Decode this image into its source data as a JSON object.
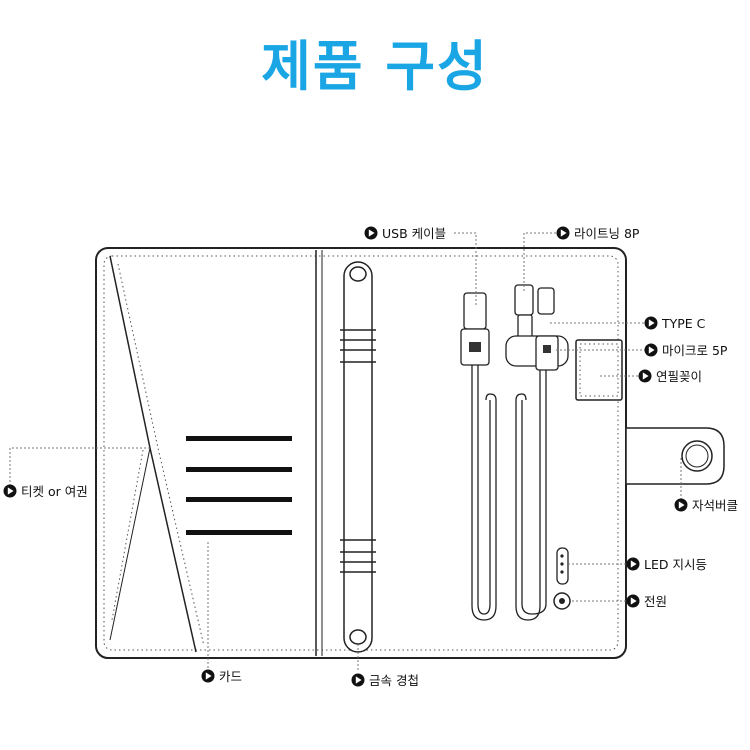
{
  "title": "제품 구성",
  "labels": {
    "usb": "USB 케이블",
    "lightning": "라이트닝 8P",
    "typec": "TYPE C",
    "micro": "마이크로 5P",
    "pen": "연필꽂이",
    "magnet": "자석버클",
    "led": "LED 지시등",
    "power": "전원",
    "ticket": "티켓 or 여권",
    "card": "카드",
    "ring": "금속 경첩"
  },
  "colors": {
    "title": "#1aa6e4",
    "line": "#222222"
  }
}
